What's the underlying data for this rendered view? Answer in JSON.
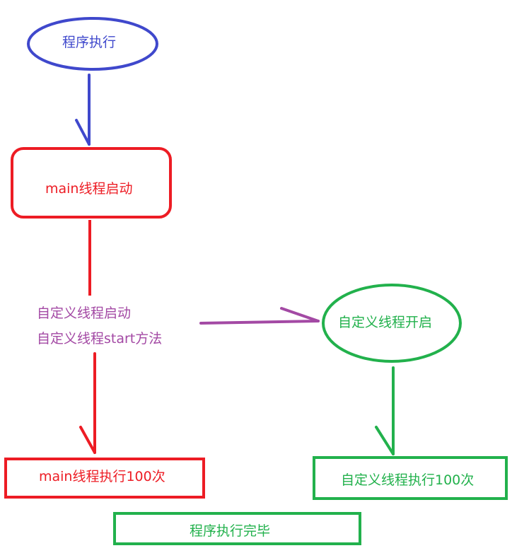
{
  "nodes": {
    "start": {
      "label": "程序执行",
      "color": "#3f48cc"
    },
    "main_start": {
      "label": "main线程启动",
      "color": "#ed1c24"
    },
    "custom_start": {
      "line1": "自定义线程启动",
      "line2": "自定义线程start方法",
      "color": "#a349a4"
    },
    "custom_open": {
      "label": "自定义线程开启",
      "color": "#22b14c"
    },
    "main_loop": {
      "label": "main线程执行100次",
      "color": "#ed1c24"
    },
    "custom_loop": {
      "label": "自定义线程执行100次",
      "color": "#22b14c"
    },
    "end": {
      "label": "程序执行完毕",
      "color": "#22b14c"
    }
  }
}
